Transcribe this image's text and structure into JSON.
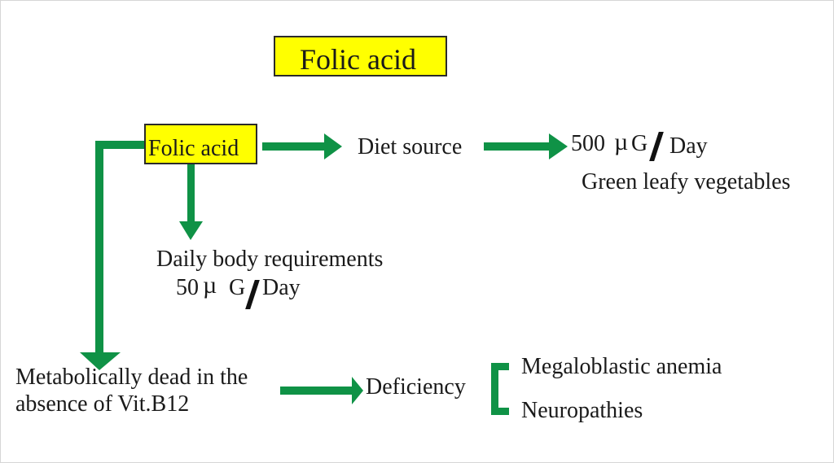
{
  "colors": {
    "highlight": "#ffff00",
    "arrow": "#0f9246",
    "text": "#1a1a1a",
    "background": "#ffffff"
  },
  "title": "Folic acid",
  "nodes": {
    "root": "Folic acid",
    "diet_source": "Diet source",
    "diet_amount": {
      "value": "500",
      "unit_mu": "µ",
      "unit_g": "G",
      "slash": "/",
      "per": "Day"
    },
    "diet_examples": "Green leafy vegetables",
    "daily_requirements": "Daily body requirements",
    "daily_amount": {
      "value": "50",
      "unit_mu": "µ",
      "unit_g": "G",
      "slash": "/",
      "per": "Day"
    },
    "metabolic_line1": "Metabolically dead in the",
    "metabolic_line2": "absence of Vit.B12",
    "deficiency": "Deficiency",
    "deficiency_effects": [
      "Megaloblastic anemia",
      "Neuropathies"
    ]
  }
}
